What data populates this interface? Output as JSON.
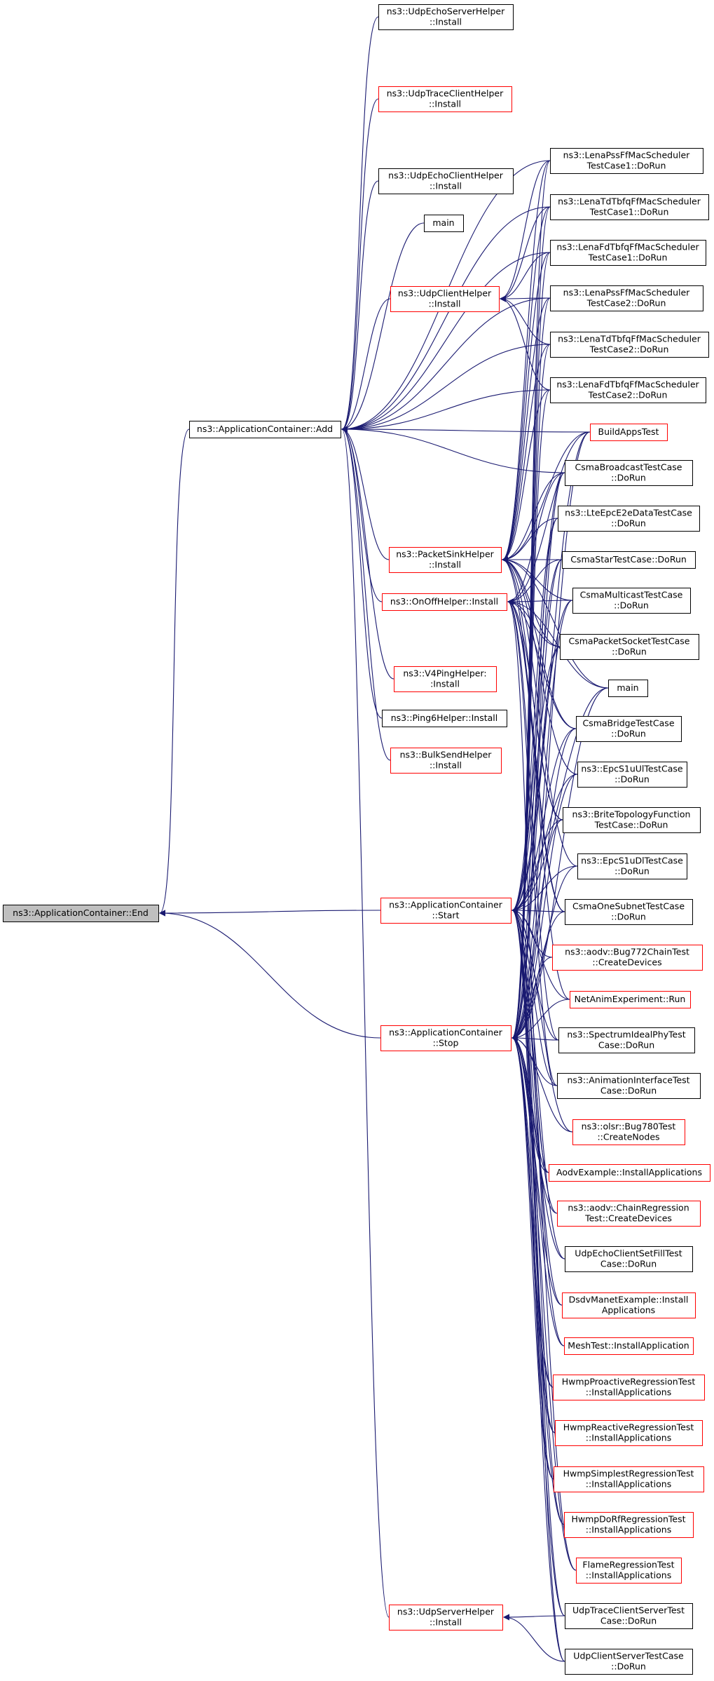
{
  "colors": {
    "edge": "#191970",
    "node_border_default": "#000000",
    "node_border_red": "#ff0000",
    "node_fill": "#ffffff",
    "focus_fill": "#bfbfbf"
  },
  "nodes": [
    {
      "id": "end",
      "lines": [
        "ns3::ApplicationContainer::End"
      ],
      "style": "focus"
    },
    {
      "id": "add",
      "lines": [
        "ns3::ApplicationContainer::Add"
      ],
      "style": "black"
    },
    {
      "id": "start",
      "lines": [
        "ns3::ApplicationContainer",
        "::Start"
      ],
      "style": "red"
    },
    {
      "id": "stop",
      "lines": [
        "ns3::ApplicationContainer",
        "::Stop"
      ],
      "style": "red"
    },
    {
      "id": "udpEchoServer",
      "lines": [
        "ns3::UdpEchoServerHelper",
        "::Install"
      ],
      "style": "black"
    },
    {
      "id": "udpTraceClient",
      "lines": [
        "ns3::UdpTraceClientHelper",
        "::Install"
      ],
      "style": "red"
    },
    {
      "id": "udpEchoClient",
      "lines": [
        "ns3::UdpEchoClientHelper",
        "::Install"
      ],
      "style": "black"
    },
    {
      "id": "main1",
      "lines": [
        "main"
      ],
      "style": "black"
    },
    {
      "id": "udpClient",
      "lines": [
        "ns3::UdpClientHelper",
        "::Install"
      ],
      "style": "red"
    },
    {
      "id": "packetSink",
      "lines": [
        "ns3::PacketSinkHelper",
        "::Install"
      ],
      "style": "red"
    },
    {
      "id": "onOff",
      "lines": [
        "ns3::OnOffHelper::Install"
      ],
      "style": "red"
    },
    {
      "id": "v4Ping",
      "lines": [
        "ns3::V4PingHelper:",
        ":Install"
      ],
      "style": "red"
    },
    {
      "id": "ping6",
      "lines": [
        "ns3::Ping6Helper::Install"
      ],
      "style": "black"
    },
    {
      "id": "bulkSend",
      "lines": [
        "ns3::BulkSendHelper",
        "::Install"
      ],
      "style": "red"
    },
    {
      "id": "udpServer",
      "lines": [
        "ns3::UdpServerHelper",
        "::Install"
      ],
      "style": "red"
    },
    {
      "id": "lenaPss1",
      "lines": [
        "ns3::LenaPssFfMacScheduler",
        "TestCase1::DoRun"
      ],
      "style": "black"
    },
    {
      "id": "lenaTd1",
      "lines": [
        "ns3::LenaTdTbfqFfMacScheduler",
        "TestCase1::DoRun"
      ],
      "style": "black"
    },
    {
      "id": "lenaFd1",
      "lines": [
        "ns3::LenaFdTbfqFfMacScheduler",
        "TestCase1::DoRun"
      ],
      "style": "black"
    },
    {
      "id": "lenaPss2",
      "lines": [
        "ns3::LenaPssFfMacScheduler",
        "TestCase2::DoRun"
      ],
      "style": "black"
    },
    {
      "id": "lenaTd2",
      "lines": [
        "ns3::LenaTdTbfqFfMacScheduler",
        "TestCase2::DoRun"
      ],
      "style": "black"
    },
    {
      "id": "lenaFd2",
      "lines": [
        "ns3::LenaFdTbfqFfMacScheduler",
        "TestCase2::DoRun"
      ],
      "style": "black"
    },
    {
      "id": "buildApps",
      "lines": [
        "BuildAppsTest"
      ],
      "style": "red"
    },
    {
      "id": "csmaBroadcast",
      "lines": [
        "CsmaBroadcastTestCase",
        "::DoRun"
      ],
      "style": "black"
    },
    {
      "id": "lteEpc",
      "lines": [
        "ns3::LteEpcE2eDataTestCase",
        "::DoRun"
      ],
      "style": "black"
    },
    {
      "id": "csmaStar",
      "lines": [
        "CsmaStarTestCase::DoRun"
      ],
      "style": "black"
    },
    {
      "id": "csmaMulticast",
      "lines": [
        "CsmaMulticastTestCase",
        "::DoRun"
      ],
      "style": "black"
    },
    {
      "id": "csmaPacketSocket",
      "lines": [
        "CsmaPacketSocketTestCase",
        "::DoRun"
      ],
      "style": "black"
    },
    {
      "id": "main2",
      "lines": [
        "main"
      ],
      "style": "black"
    },
    {
      "id": "csmaBridge",
      "lines": [
        "CsmaBridgeTestCase",
        "::DoRun"
      ],
      "style": "black"
    },
    {
      "id": "epcS1uUl",
      "lines": [
        "ns3::EpcS1uUlTestCase",
        "::DoRun"
      ],
      "style": "black"
    },
    {
      "id": "brite",
      "lines": [
        "ns3::BriteTopologyFunction",
        "TestCase::DoRun"
      ],
      "style": "black"
    },
    {
      "id": "epcS1uDl",
      "lines": [
        "ns3::EpcS1uDlTestCase",
        "::DoRun"
      ],
      "style": "black"
    },
    {
      "id": "csmaOneSubnet",
      "lines": [
        "CsmaOneSubnetTestCase",
        "::DoRun"
      ],
      "style": "black"
    },
    {
      "id": "aodvBug772",
      "lines": [
        "ns3::aodv::Bug772ChainTest",
        "::CreateDevices"
      ],
      "style": "red"
    },
    {
      "id": "netAnim",
      "lines": [
        "NetAnimExperiment::Run"
      ],
      "style": "red"
    },
    {
      "id": "spectrumIdeal",
      "lines": [
        "ns3::SpectrumIdealPhyTest",
        "Case::DoRun"
      ],
      "style": "black"
    },
    {
      "id": "animIface",
      "lines": [
        "ns3::AnimationInterfaceTest",
        "Case::DoRun"
      ],
      "style": "black"
    },
    {
      "id": "olsrBug780",
      "lines": [
        "ns3::olsr::Bug780Test",
        "::CreateNodes"
      ],
      "style": "red"
    },
    {
      "id": "aodvExample",
      "lines": [
        "AodvExample::InstallApplications"
      ],
      "style": "red"
    },
    {
      "id": "aodvChain",
      "lines": [
        "ns3::aodv::ChainRegression",
        "Test::CreateDevices"
      ],
      "style": "red"
    },
    {
      "id": "udpEchoFill",
      "lines": [
        "UdpEchoClientSetFillTest",
        "Case::DoRun"
      ],
      "style": "black"
    },
    {
      "id": "dsdvManet",
      "lines": [
        "DsdvManetExample::Install",
        "Applications"
      ],
      "style": "red"
    },
    {
      "id": "meshTest",
      "lines": [
        "MeshTest::InstallApplication"
      ],
      "style": "red"
    },
    {
      "id": "hwmpProactive",
      "lines": [
        "HwmpProactiveRegressionTest",
        "::InstallApplications"
      ],
      "style": "red"
    },
    {
      "id": "hwmpReactive",
      "lines": [
        "HwmpReactiveRegressionTest",
        "::InstallApplications"
      ],
      "style": "red"
    },
    {
      "id": "hwmpSimplest",
      "lines": [
        "HwmpSimplestRegressionTest",
        "::InstallApplications"
      ],
      "style": "red"
    },
    {
      "id": "hwmpDoRf",
      "lines": [
        "HwmpDoRfRegressionTest",
        "::InstallApplications"
      ],
      "style": "red"
    },
    {
      "id": "flame",
      "lines": [
        "FlameRegressionTest",
        "::InstallApplications"
      ],
      "style": "red"
    },
    {
      "id": "udpTraceCS",
      "lines": [
        "UdpTraceClientServerTest",
        "Case::DoRun"
      ],
      "style": "black"
    },
    {
      "id": "udpClientServer",
      "lines": [
        "UdpClientServerTestCase",
        "::DoRun"
      ],
      "style": "black"
    }
  ],
  "edges": [
    [
      "add",
      "end"
    ],
    [
      "start",
      "end"
    ],
    [
      "stop",
      "end"
    ],
    [
      "udpEchoServer",
      "add"
    ],
    [
      "udpTraceClient",
      "add"
    ],
    [
      "udpEchoClient",
      "add"
    ],
    [
      "main1",
      "add"
    ],
    [
      "udpClient",
      "add"
    ],
    [
      "packetSink",
      "add"
    ],
    [
      "onOff",
      "add"
    ],
    [
      "v4Ping",
      "add"
    ],
    [
      "ping6",
      "add"
    ],
    [
      "bulkSend",
      "add"
    ],
    [
      "udpServer",
      "add"
    ],
    [
      "lenaPss1",
      "add"
    ],
    [
      "lenaTd1",
      "add"
    ],
    [
      "lenaFd1",
      "add"
    ],
    [
      "lenaPss2",
      "add"
    ],
    [
      "lenaTd2",
      "add"
    ],
    [
      "lenaFd2",
      "add"
    ],
    [
      "buildApps",
      "add"
    ],
    [
      "csmaBroadcast",
      "add"
    ],
    [
      "lenaPss1",
      "udpClient"
    ],
    [
      "lenaTd1",
      "udpClient"
    ],
    [
      "lenaFd1",
      "udpClient"
    ],
    [
      "lenaPss2",
      "udpClient"
    ],
    [
      "lenaTd2",
      "udpClient"
    ],
    [
      "lenaFd2",
      "udpClient"
    ],
    [
      "lenaPss1",
      "packetSink"
    ],
    [
      "lenaTd1",
      "packetSink"
    ],
    [
      "lenaFd1",
      "packetSink"
    ],
    [
      "lenaPss2",
      "packetSink"
    ],
    [
      "lenaTd2",
      "packetSink"
    ],
    [
      "lenaFd2",
      "packetSink"
    ],
    [
      "buildApps",
      "packetSink"
    ],
    [
      "csmaBroadcast",
      "packetSink"
    ],
    [
      "lteEpc",
      "packetSink"
    ],
    [
      "csmaStar",
      "packetSink"
    ],
    [
      "csmaMulticast",
      "packetSink"
    ],
    [
      "csmaPacketSocket",
      "packetSink"
    ],
    [
      "main2",
      "packetSink"
    ],
    [
      "csmaBridge",
      "packetSink"
    ],
    [
      "epcS1uUl",
      "packetSink"
    ],
    [
      "brite",
      "packetSink"
    ],
    [
      "epcS1uDl",
      "packetSink"
    ],
    [
      "csmaOneSubnet",
      "packetSink"
    ],
    [
      "buildApps",
      "onOff"
    ],
    [
      "csmaBroadcast",
      "onOff"
    ],
    [
      "csmaStar",
      "onOff"
    ],
    [
      "csmaMulticast",
      "onOff"
    ],
    [
      "csmaPacketSocket",
      "onOff"
    ],
    [
      "main2",
      "onOff"
    ],
    [
      "csmaBridge",
      "onOff"
    ],
    [
      "brite",
      "onOff"
    ],
    [
      "csmaOneSubnet",
      "onOff"
    ],
    [
      "netAnim",
      "onOff"
    ],
    [
      "spectrumIdeal",
      "onOff"
    ],
    [
      "animIface",
      "onOff"
    ],
    [
      "aodvExample",
      "onOff"
    ],
    [
      "buildApps",
      "start"
    ],
    [
      "csmaBroadcast",
      "start"
    ],
    [
      "lteEpc",
      "start"
    ],
    [
      "csmaStar",
      "start"
    ],
    [
      "csmaMulticast",
      "start"
    ],
    [
      "csmaPacketSocket",
      "start"
    ],
    [
      "main2",
      "start"
    ],
    [
      "csmaBridge",
      "start"
    ],
    [
      "epcS1uUl",
      "start"
    ],
    [
      "brite",
      "start"
    ],
    [
      "epcS1uDl",
      "start"
    ],
    [
      "csmaOneSubnet",
      "start"
    ],
    [
      "aodvBug772",
      "start"
    ],
    [
      "netAnim",
      "start"
    ],
    [
      "spectrumIdeal",
      "start"
    ],
    [
      "animIface",
      "start"
    ],
    [
      "olsrBug780",
      "start"
    ],
    [
      "aodvExample",
      "start"
    ],
    [
      "aodvChain",
      "start"
    ],
    [
      "udpEchoFill",
      "start"
    ],
    [
      "dsdvManet",
      "start"
    ],
    [
      "meshTest",
      "start"
    ],
    [
      "hwmpProactive",
      "start"
    ],
    [
      "hwmpReactive",
      "start"
    ],
    [
      "hwmpSimplest",
      "start"
    ],
    [
      "hwmpDoRf",
      "start"
    ],
    [
      "flame",
      "start"
    ],
    [
      "udpTraceCS",
      "start"
    ],
    [
      "udpClientServer",
      "start"
    ],
    [
      "lenaPss1",
      "stop"
    ],
    [
      "lenaTd1",
      "stop"
    ],
    [
      "lenaFd1",
      "stop"
    ],
    [
      "lenaPss2",
      "stop"
    ],
    [
      "lenaTd2",
      "stop"
    ],
    [
      "lenaFd2",
      "stop"
    ],
    [
      "buildApps",
      "stop"
    ],
    [
      "csmaBroadcast",
      "stop"
    ],
    [
      "lteEpc",
      "stop"
    ],
    [
      "csmaStar",
      "stop"
    ],
    [
      "csmaMulticast",
      "stop"
    ],
    [
      "csmaPacketSocket",
      "stop"
    ],
    [
      "main2",
      "stop"
    ],
    [
      "csmaBridge",
      "stop"
    ],
    [
      "epcS1uUl",
      "stop"
    ],
    [
      "brite",
      "stop"
    ],
    [
      "epcS1uDl",
      "stop"
    ],
    [
      "csmaOneSubnet",
      "stop"
    ],
    [
      "aodvBug772",
      "stop"
    ],
    [
      "netAnim",
      "stop"
    ],
    [
      "spectrumIdeal",
      "stop"
    ],
    [
      "animIface",
      "stop"
    ],
    [
      "olsrBug780",
      "stop"
    ],
    [
      "aodvExample",
      "stop"
    ],
    [
      "aodvChain",
      "stop"
    ],
    [
      "udpEchoFill",
      "stop"
    ],
    [
      "dsdvManet",
      "stop"
    ],
    [
      "meshTest",
      "stop"
    ],
    [
      "hwmpProactive",
      "stop"
    ],
    [
      "hwmpReactive",
      "stop"
    ],
    [
      "hwmpSimplest",
      "stop"
    ],
    [
      "hwmpDoRf",
      "stop"
    ],
    [
      "flame",
      "stop"
    ],
    [
      "udpTraceCS",
      "stop"
    ],
    [
      "udpClientServer",
      "stop"
    ],
    [
      "udpTraceCS",
      "udpServer"
    ],
    [
      "udpClientServer",
      "udpServer"
    ]
  ]
}
